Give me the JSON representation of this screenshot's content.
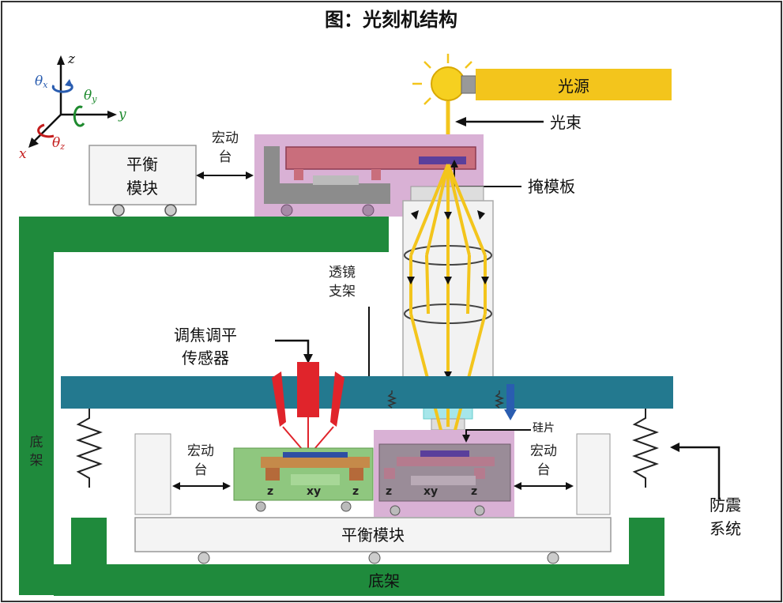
{
  "title": "图：光刻机结构",
  "axes": {
    "z": "z",
    "y": "y",
    "x": "x",
    "theta_x": "θ",
    "theta_x_sub": "x",
    "theta_y": "θ",
    "theta_y_sub": "y",
    "theta_z": "θ",
    "theta_z_sub": "z"
  },
  "labels": {
    "light_source": "光源",
    "beam": "光束",
    "macro_stage_top": [
      "宏动",
      "台"
    ],
    "balance_block_top": [
      "平衡",
      "模块"
    ],
    "mask": "掩模板",
    "lens_holder": [
      "透镜",
      "支架"
    ],
    "focus_sensor": [
      "调焦调平",
      "传感器"
    ],
    "frame_left": [
      "底",
      "架"
    ],
    "macro_stage_left": [
      "宏动",
      "台"
    ],
    "macro_stage_right": [
      "宏动",
      "台"
    ],
    "wafer": "硅片",
    "anti_vibration": [
      "防震",
      "系统"
    ],
    "balance_block_bottom": "平衡模块",
    "frame_bottom": "底架",
    "stage_axes": [
      "z",
      "xy",
      "z"
    ]
  },
  "colors": {
    "frame_green": "#1f8a3c",
    "metro_blue": "#23798f",
    "source_yellow": "#f3c51c",
    "stage_purple": "#d7aed4",
    "stage_green": "#8fc77f",
    "sensor_red": "#e0242b"
  }
}
